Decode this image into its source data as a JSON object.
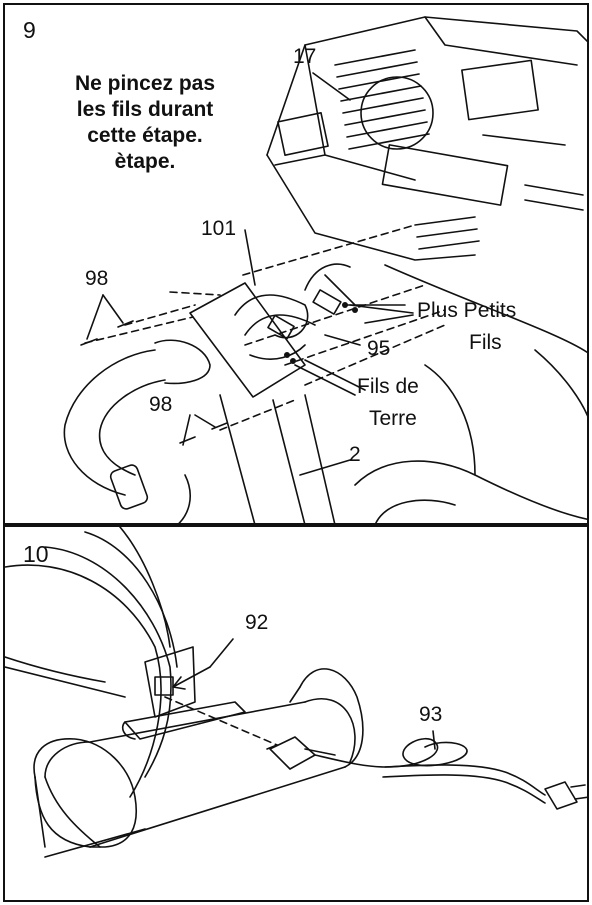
{
  "step9": {
    "number": "9",
    "warning": [
      "Ne pincez pas",
      "les fils durant",
      "cette étape.",
      "ètape."
    ],
    "callouts": {
      "console": "17",
      "wire_bracket": "101",
      "screws_upper": "98",
      "screws_lower": "98",
      "harness": "95",
      "upright": "2"
    },
    "labels": {
      "small_wires_line1": "Plus Petits",
      "small_wires_line2": "Fils",
      "ground_wires_line1": "Fils de",
      "ground_wires_line2": "Terre"
    }
  },
  "step10": {
    "number": "10",
    "callouts": {
      "receptacle": "92",
      "power_cord": "93"
    }
  }
}
